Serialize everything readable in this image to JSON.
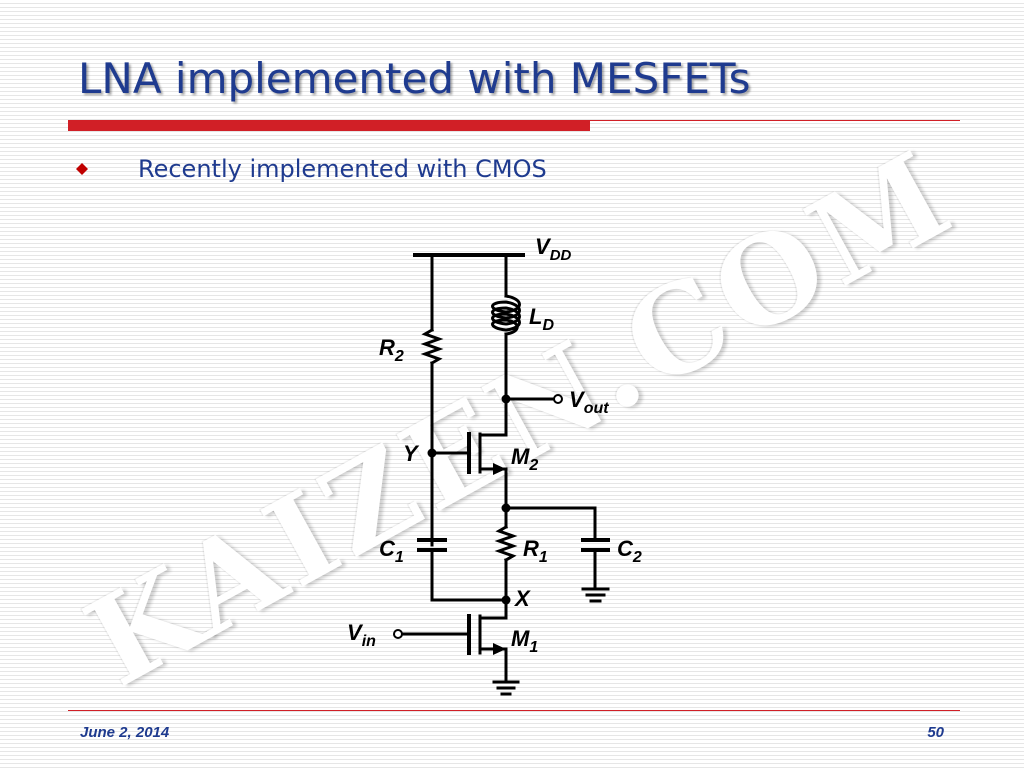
{
  "slide": {
    "title": "LNA implemented with MESFETs",
    "bullets": [
      {
        "text": "Recently implemented with CMOS"
      }
    ],
    "watermark": "KAIZEN.COM",
    "footer": {
      "date": "June 2, 2014",
      "page": "50"
    },
    "colors": {
      "title": "#1f3b8f",
      "accent": "#d11f26",
      "bullet": "#c00000"
    }
  },
  "circuit": {
    "labels": {
      "vdd": {
        "main": "V",
        "sub": "DD"
      },
      "ld": {
        "main": "L",
        "sub": "D"
      },
      "r2": {
        "main": "R",
        "sub": "2"
      },
      "vout": {
        "main": "V",
        "sub": "out"
      },
      "y": "Y",
      "m2": {
        "main": "M",
        "sub": "2"
      },
      "c1": {
        "main": "C",
        "sub": "1"
      },
      "r1": {
        "main": "R",
        "sub": "1"
      },
      "c2": {
        "main": "C",
        "sub": "2"
      },
      "x": "X",
      "vin": {
        "main": "V",
        "sub": "in"
      },
      "m1": {
        "main": "M",
        "sub": "1"
      }
    }
  }
}
